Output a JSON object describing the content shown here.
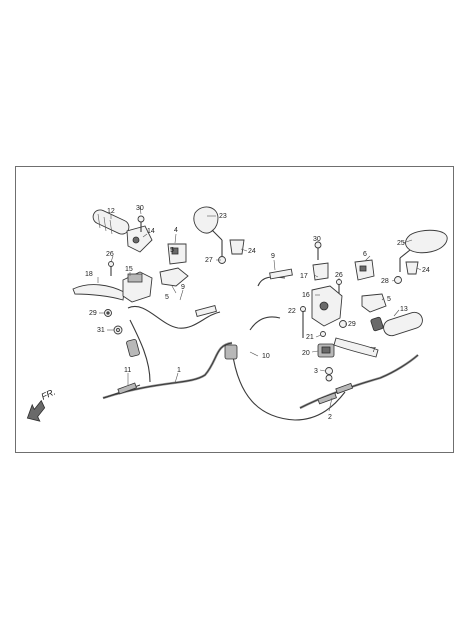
{
  "labels": {
    "p1": "1",
    "p2": "2",
    "p3": "3",
    "p5a": "5",
    "p5b": "5",
    "p6": "6",
    "p7": "7",
    "p9a": "9",
    "p9b": "9",
    "p10": "10",
    "p11": "11",
    "p12": "12",
    "p13": "13",
    "p14": "14",
    "p15": "15",
    "p16": "16",
    "p17": "17",
    "p18": "18",
    "p20": "20",
    "p21": "21",
    "p22": "22",
    "p23": "23",
    "p24a": "24",
    "p24b": "24",
    "p25": "25",
    "p26a": "26",
    "p26b": "26",
    "p27": "27",
    "p28": "28",
    "p29a": "29",
    "p29b": "29",
    "p30a": "30",
    "p30b": "30",
    "p31": "31"
  },
  "direction": {
    "text": "FR."
  },
  "colors": {
    "line": "#3a3a3a",
    "frame": "#6f6f6f",
    "background": "#ffffff"
  }
}
